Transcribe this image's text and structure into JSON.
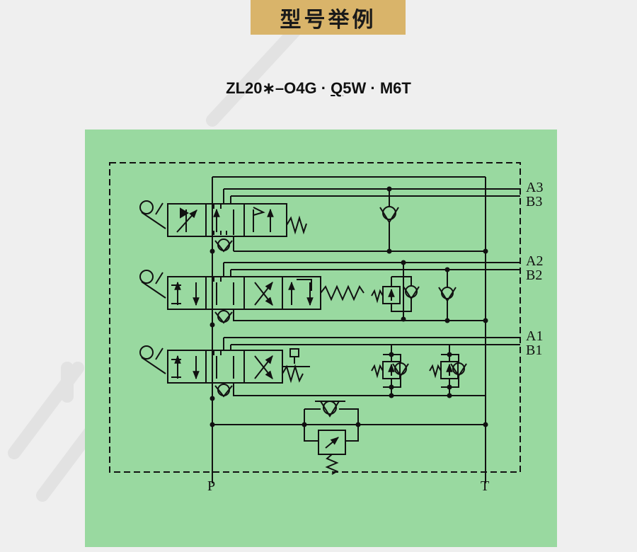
{
  "header": {
    "title": "型号举例"
  },
  "model": {
    "prefix": "ZL20",
    "asterisk": "∗",
    "seg1": "–O4G · ",
    "underlined": "Q",
    "seg2": "5W · M6T"
  },
  "ports": {
    "a3": "A3",
    "b3": "B3",
    "a2": "A2",
    "b2": "B2",
    "a1": "A1",
    "b1": "B1",
    "p": "P",
    "t": "T"
  },
  "colors": {
    "banner": "#d9b46a",
    "panel": "#99d9a0",
    "line": "#111111"
  }
}
